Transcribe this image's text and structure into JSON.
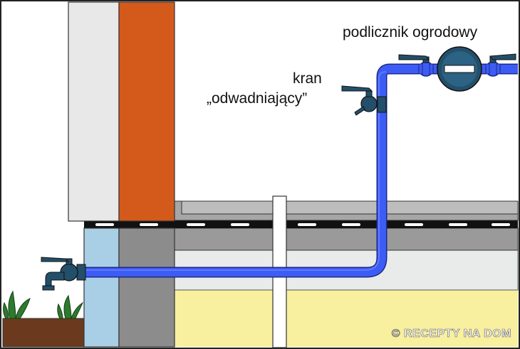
{
  "labels": {
    "garden_meter": "podlicznik ogrodowy",
    "drain_valve_line1": "kran",
    "drain_valve_line2": "„odwadniający”"
  },
  "watermark": "© RECEPTY NA DOM",
  "colors": {
    "pipe": "#3d5cf5",
    "brick": "#d45a1c",
    "insulation": "#a9cfe6",
    "foundation": "#8c8c8c",
    "sand": "#f8ef9f",
    "soil": "#6b3a1e",
    "plant": "#2e7a2e",
    "meter": "#234f6b"
  }
}
